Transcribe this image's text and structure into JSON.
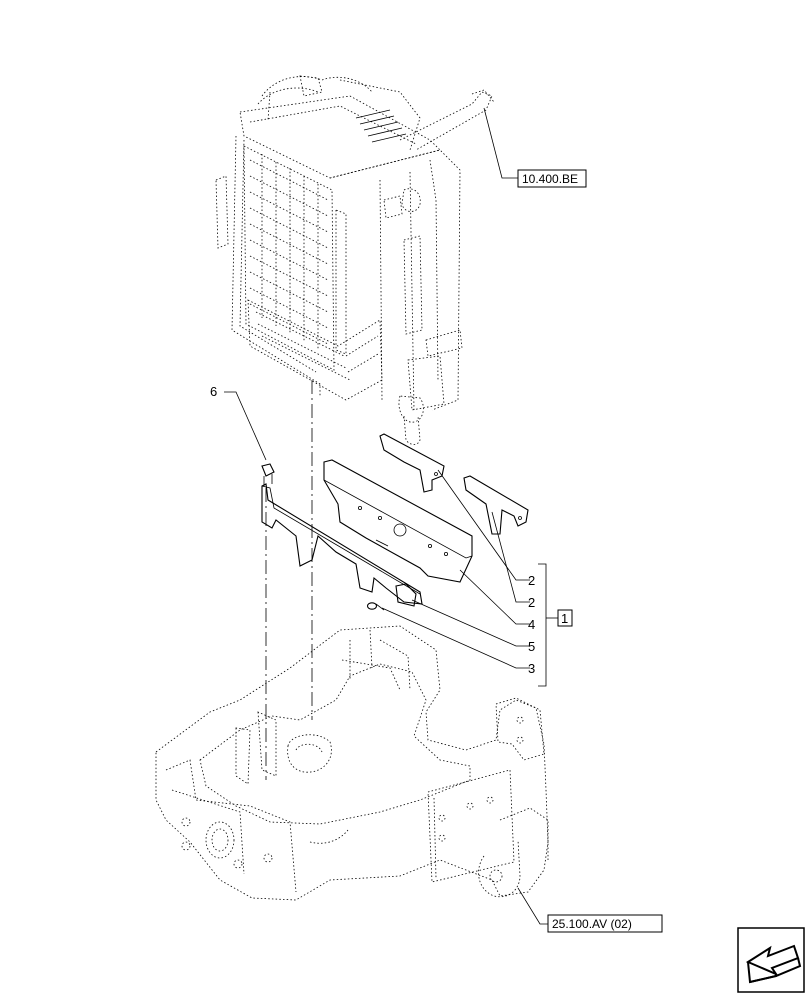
{
  "callouts": [
    {
      "id": "callout-6",
      "text": "6"
    },
    {
      "id": "callout-2a",
      "text": "2"
    },
    {
      "id": "callout-2b",
      "text": "2"
    },
    {
      "id": "callout-4",
      "text": "4"
    },
    {
      "id": "callout-5",
      "text": "5"
    },
    {
      "id": "callout-3",
      "text": "3"
    }
  ],
  "kit_label": "1",
  "references": {
    "radiator_ref": "10.400.BE",
    "frame_ref": "25.100.AV (02)"
  },
  "nav_icon": "arrow-navigation-icon"
}
